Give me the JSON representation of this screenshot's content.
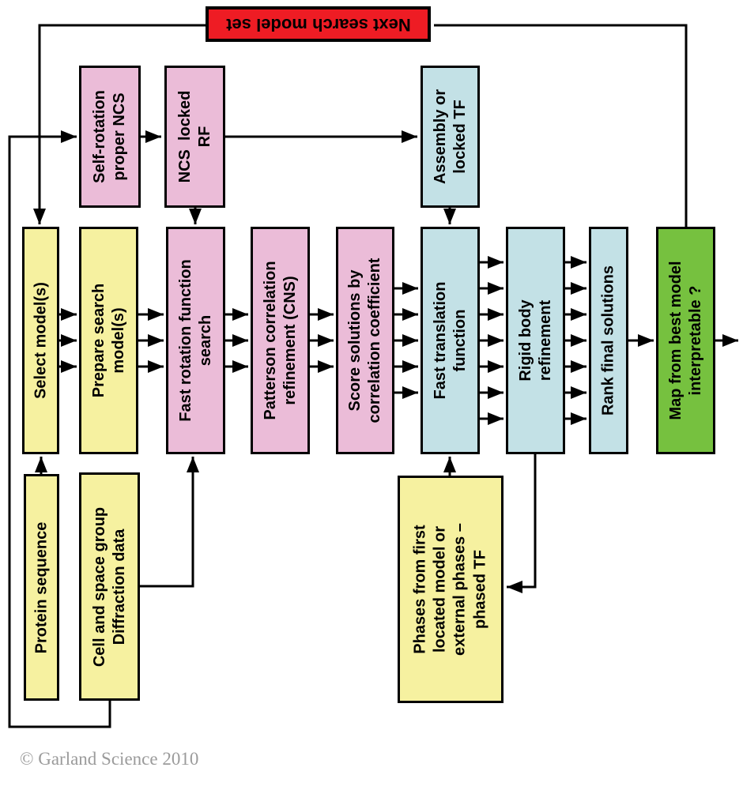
{
  "diagram": {
    "title_hint": "Molecular replacement flowchart",
    "colors": {
      "red": "#ee1c24",
      "pink": "#ebbcd8",
      "yellow": "#f6f1a0",
      "blue": "#c3e1e6",
      "green": "#76c13f",
      "line": "#000000",
      "caption_gray": "#9b9b9b"
    },
    "boxes": {
      "next_search": {
        "label": "Next search model set"
      },
      "self_rotation": {
        "label": "Self-rotation\nproper NCS"
      },
      "ncs_locked_rf": {
        "label": "NCS  locked\nRF"
      },
      "assembly_tf": {
        "label": "Assembly or\nlocked TF"
      },
      "select_model": {
        "label": "Select model(s)"
      },
      "prepare_search": {
        "label": "Prepare search\nmodel(s)"
      },
      "fast_rotation": {
        "label": "Fast rotation function\nsearch"
      },
      "patterson": {
        "label": "Patterson correlation\nrefinement (CNS)"
      },
      "score_solutions": {
        "label": "Score solutions by\ncorrelation coefficient"
      },
      "fast_translation": {
        "label": "Fast translation\nfunction"
      },
      "rigid_body": {
        "label": "Rigid body\nrefinement"
      },
      "rank_solutions": {
        "label": "Rank final solutions"
      },
      "map_best": {
        "label": "Map from best model\ninterpretable ?"
      },
      "protein_seq": {
        "label": "Protein sequence"
      },
      "cell_space": {
        "label": "Cell and space group\nDiffraction data"
      },
      "phases_first": {
        "label": "Phases from first\nlocated model or\nexternal phases –\nphased TF"
      }
    },
    "caption": "© Garland Science 2010"
  }
}
